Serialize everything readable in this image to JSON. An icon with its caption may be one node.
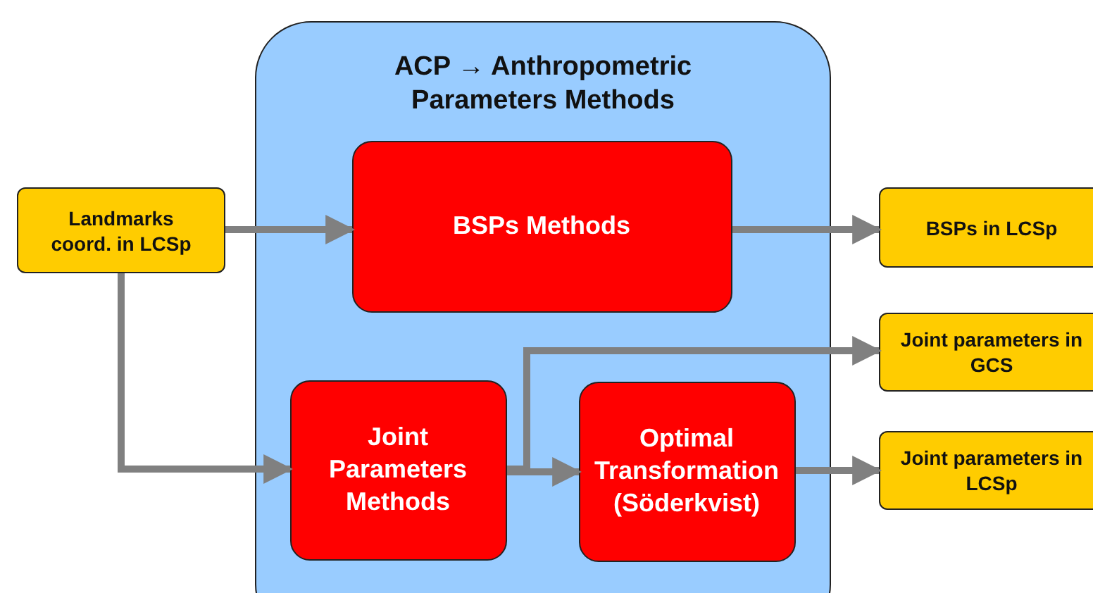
{
  "diagram": {
    "nodes": [
      {
        "text": [
          "ACP → Anthropometric Parameters Methods"
        ]
      },
      {
        "text": [
          "Landmarks coord. in LCSp"
        ]
      },
      {
        "text": [
          "BSPs Methods"
        ],
        "in": 0
      },
      {
        "text": [
          "Joint Parameters Methods"
        ],
        "in": 0
      },
      {
        "text": [
          "Optimal Transformation (Söderkvist)"
        ],
        "in": 0
      },
      {
        "text": [
          "BSPs in LCSp"
        ]
      },
      {
        "text": [
          "Joint parameters in GCS"
        ]
      },
      {
        "text": [
          "Joint parameters in LCSp"
        ]
      }
    ],
    "edges": [
      {
        "from": 1,
        "to": 2,
        "arrow": "to"
      },
      {
        "from": 1,
        "to": 3,
        "arrow": "to"
      },
      {
        "from": 2,
        "to": 5,
        "arrow": "to"
      },
      {
        "from": 3,
        "to": 4,
        "arrow": "to"
      },
      {
        "from": 3,
        "to": 6,
        "arrow": "to"
      },
      {
        "from": 4,
        "to": 7,
        "arrow": "to"
      }
    ]
  }
}
